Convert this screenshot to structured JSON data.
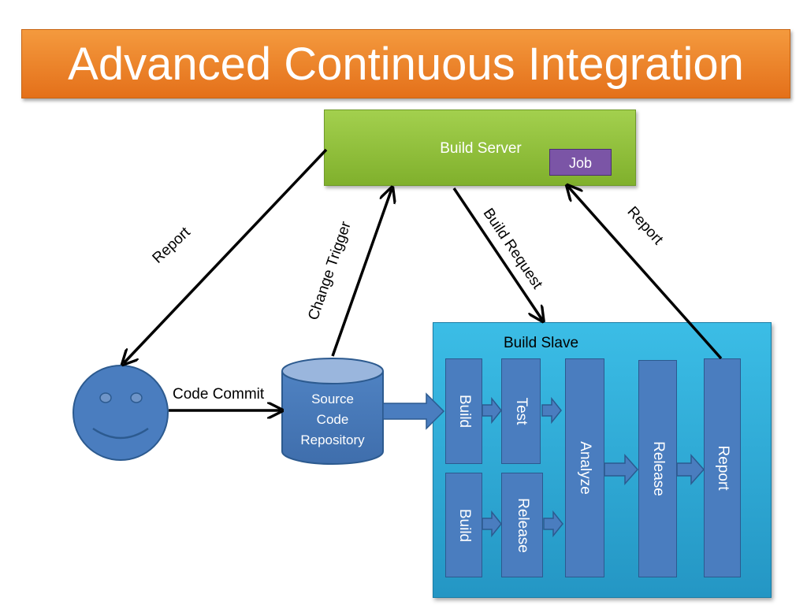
{
  "title": "Advanced Continuous Integration",
  "build_server": {
    "label": "Build Server",
    "job": "Job"
  },
  "build_slave": {
    "label": "Build Slave"
  },
  "repository": {
    "line1": "Source",
    "line2": "Code",
    "line3": "Repository"
  },
  "edges": {
    "report_left": "Report",
    "change_trigger": "Change  Trigger",
    "build_request": "Build Request",
    "report_right": "Report",
    "code_commit": "Code Commit"
  },
  "stages": {
    "build_top": "Build",
    "test": "Test",
    "build_bottom": "Build",
    "release_small": "Release",
    "analyze": "Analyze",
    "release": "Release",
    "report": "Report"
  },
  "colors": {
    "title": "#e97c22",
    "build_server": "#8dbd36",
    "job": "#7b55a6",
    "build_slave": "#31acd9",
    "stage": "#4a7dbf",
    "actor": "#4a7dbf"
  }
}
